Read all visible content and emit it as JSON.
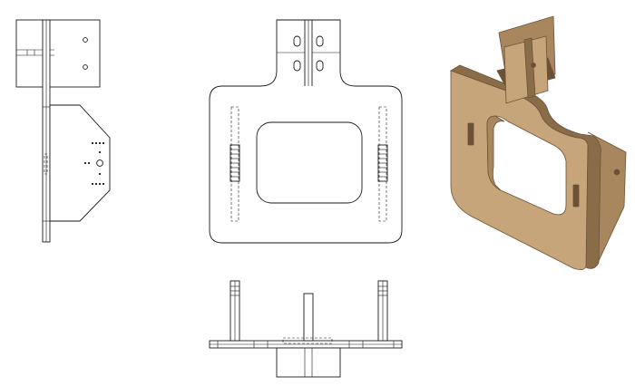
{
  "colors": {
    "line": "#1a1a1a",
    "paper": "#ffffff",
    "wood_face": "#c7a57a",
    "wood_dark": "#a9875e",
    "wood_edge": "#8a6c48",
    "wood_shadow": "#6b5236"
  },
  "views": [
    {
      "name": "side-view"
    },
    {
      "name": "front-view"
    },
    {
      "name": "bottom-view"
    },
    {
      "name": "isometric-view"
    }
  ]
}
